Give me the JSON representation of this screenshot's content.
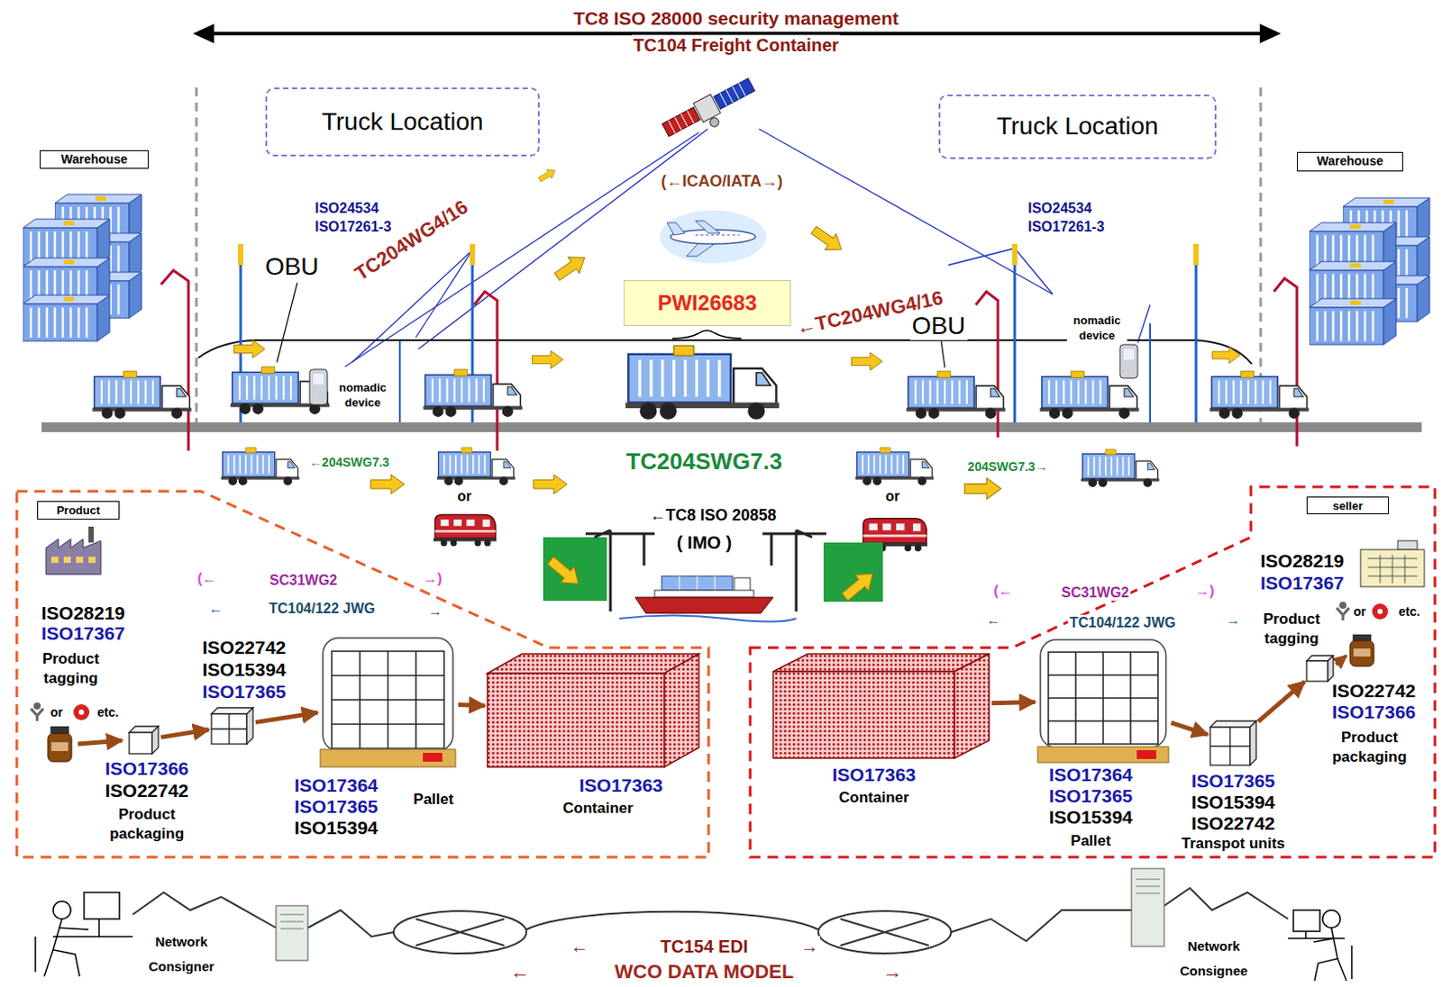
{
  "diagram": {
    "nodes": [
      {
        "text": [
          "Warehouse"
        ]
      },
      {
        "text": [
          "Truck Location"
        ]
      },
      {
        "text": [
          "PWI26683"
        ]
      },
      {
        "text": [
          "Truck Location"
        ]
      },
      {
        "text": [
          "Warehouse"
        ]
      },
      {
        "text": [
          "Product"
        ]
      },
      {
        "text": [
          "ISO17366",
          "ISO22742",
          "Product packaging"
        ],
        "in": 5
      },
      {
        "text": [
          "ISO22742",
          "ISO15394",
          "ISO17365"
        ],
        "in": 5
      },
      {
        "text": [
          "ISO17364",
          "ISO17365",
          "ISO15394",
          "Pallet"
        ],
        "in": 5
      },
      {
        "text": [
          "ISO17363",
          "Container"
        ],
        "in": 5
      },
      {
        "text": [
          "seller"
        ]
      },
      {
        "text": [
          "ISO17363",
          "Container"
        ],
        "in": 10
      },
      {
        "text": [
          "ISO17364",
          "ISO17365",
          "ISO15394",
          "Pallet"
        ],
        "in": 10
      },
      {
        "text": [
          "ISO17365",
          "ISO15394",
          "ISO22742",
          "Transpot units"
        ],
        "in": 10
      },
      {
        "text": [
          "ISO22742",
          "ISO17366",
          "Product packaging"
        ],
        "in": 10
      }
    ],
    "edges": [
      {
        "from": 6,
        "to": 7,
        "arrow": "to"
      },
      {
        "from": 7,
        "to": 8,
        "arrow": "to"
      },
      {
        "from": 8,
        "to": 9,
        "arrow": "to"
      },
      {
        "from": 11,
        "to": 12,
        "arrow": "to"
      },
      {
        "from": 12,
        "to": 13,
        "arrow": "to"
      },
      {
        "from": 13,
        "to": 14,
        "arrow": "to"
      }
    ],
    "labels": [
      "TC8 ISO 28000 security management",
      "TC104 Freight Container",
      "(←ICAO/IATA→)",
      "ISO24534 ISO17261-3",
      "OBU",
      "TC204WG4/16",
      "nomadic device",
      "←204SWG7.3",
      "or",
      "TC204SWG7.3",
      "←TC8 ISO 20858",
      "( IMO )",
      "ISO24534 ISO17261-3",
      "←TC204WG4/16",
      "OBU",
      "nomadic device",
      "or",
      "204SWG7.3→",
      "(←",
      "SC31WG2",
      "→)",
      "←",
      "TC104/122 JWG",
      "→",
      "ISO28219",
      "ISO17367",
      "Product tagging",
      "or",
      "etc.",
      "(←",
      "SC31WG2",
      "→)",
      "←",
      "TC104/122 JWG",
      "→",
      "ISO28219",
      "ISO17367",
      "Product tagging",
      "or",
      "etc.",
      "Network Consigner",
      "←",
      "TC154 EDI",
      "→",
      "←",
      "WCO DATA MODEL",
      "→",
      "Network Consignee"
    ]
  }
}
